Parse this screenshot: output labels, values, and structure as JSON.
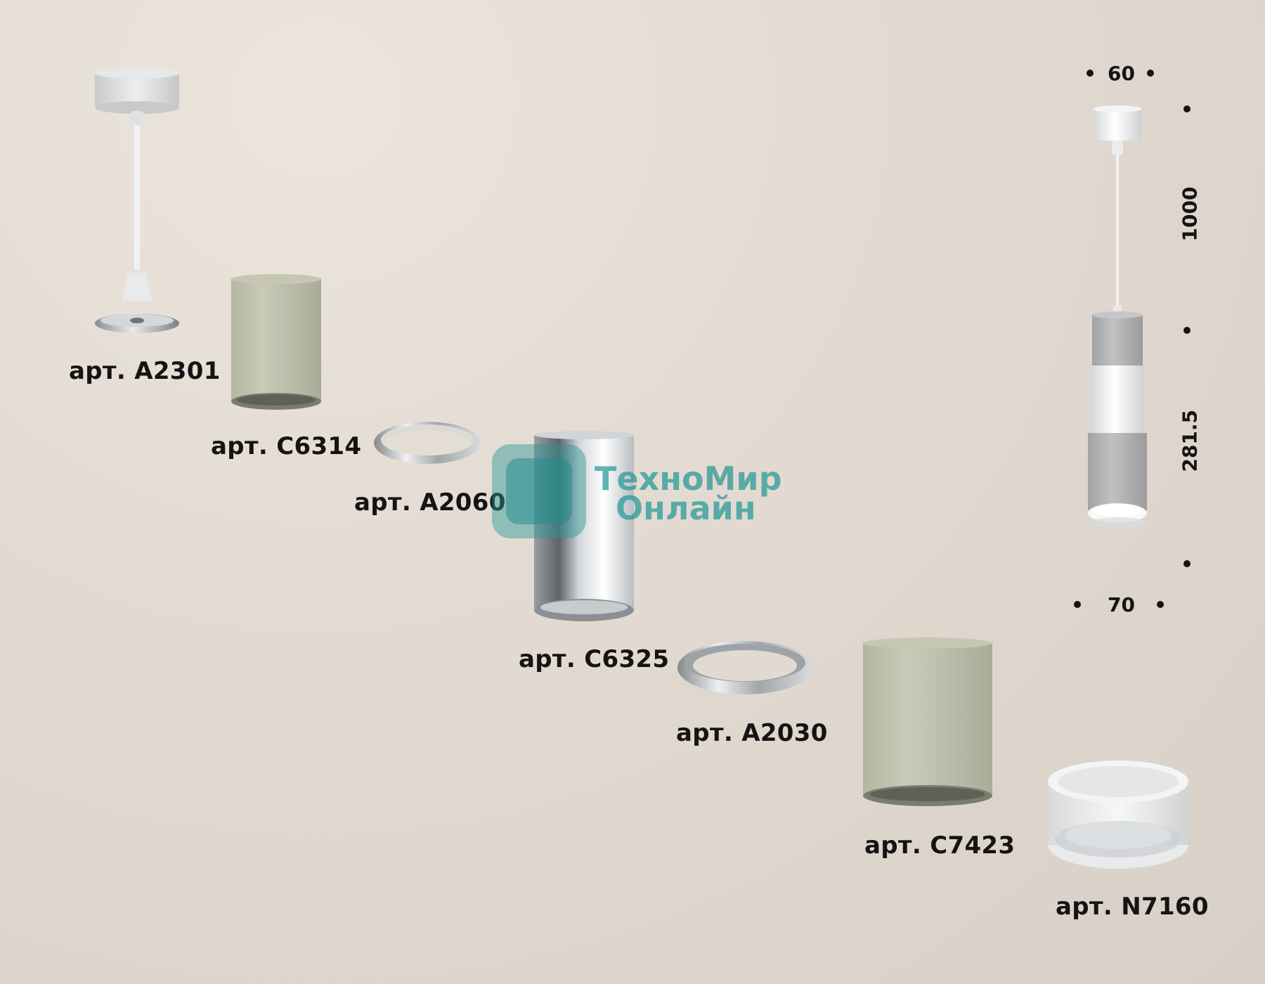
{
  "parts": [
    {
      "id": "a2301",
      "label": "арт. A2301"
    },
    {
      "id": "c6314",
      "label": "арт. C6314"
    },
    {
      "id": "a2060",
      "label": "арт. A2060"
    },
    {
      "id": "c6325",
      "label": "арт. C6325"
    },
    {
      "id": "a2030",
      "label": "арт. A2030"
    },
    {
      "id": "c7423",
      "label": "арт. C7423"
    },
    {
      "id": "n7160",
      "label": "арт. N7160"
    }
  ],
  "dimensions": {
    "top_width": "60",
    "bottom_width": "70",
    "cord_length": "1000",
    "body_height": "281.5"
  },
  "watermark": {
    "line1": "ТехноМир",
    "line2": "Онлайн"
  },
  "colors": {
    "sage_green": "#c2c4b0",
    "chrome": "#b8bcc0",
    "white": "#f4f4f4",
    "grey_sleeve": "#b4b4b6",
    "watermark_teal": "#2a9696"
  }
}
